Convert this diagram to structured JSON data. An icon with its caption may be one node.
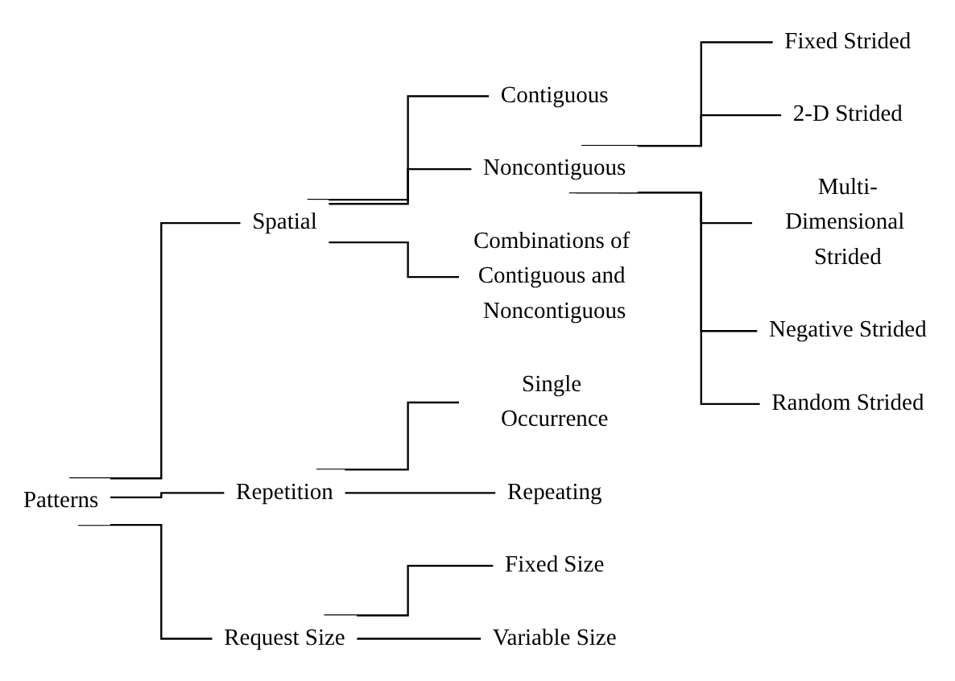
{
  "diagram": {
    "nodes": [
      {
        "text": [
          "Patterns"
        ]
      },
      {
        "text": [
          "Spatial"
        ]
      },
      {
        "text": [
          "Contiguous"
        ]
      },
      {
        "text": [
          "Noncontiguous"
        ]
      },
      {
        "text": [
          "Fixed Strided"
        ]
      },
      {
        "text": [
          "2-D Strided"
        ]
      },
      {
        "text": [
          "Multi-Dimensional Strided"
        ]
      },
      {
        "text": [
          "Negative Strided"
        ]
      },
      {
        "text": [
          "Random Strided"
        ]
      },
      {
        "text": [
          "Combinations of Contiguous and Noncontiguous"
        ]
      },
      {
        "text": [
          "Repetition"
        ]
      },
      {
        "text": [
          "Single Occurrence"
        ]
      },
      {
        "text": [
          "Repeating"
        ]
      },
      {
        "text": [
          "Request Size"
        ]
      },
      {
        "text": [
          "Fixed Size"
        ]
      },
      {
        "text": [
          "Variable Size"
        ]
      }
    ],
    "edges": [
      {
        "from": 0,
        "to": 1,
        "arrow": "none"
      },
      {
        "from": 1,
        "to": 2,
        "arrow": "none"
      },
      {
        "from": 1,
        "to": 3,
        "arrow": "none"
      },
      {
        "from": 3,
        "to": 4,
        "arrow": "none"
      },
      {
        "from": 3,
        "to": 5,
        "arrow": "none"
      },
      {
        "from": 3,
        "to": 6,
        "arrow": "none"
      },
      {
        "from": 3,
        "to": 7,
        "arrow": "none"
      },
      {
        "from": 3,
        "to": 8,
        "arrow": "none"
      },
      {
        "from": 1,
        "to": 9,
        "arrow": "none"
      },
      {
        "from": 0,
        "to": 10,
        "arrow": "none"
      },
      {
        "from": 10,
        "to": 11,
        "arrow": "none"
      },
      {
        "from": 10,
        "to": 12,
        "arrow": "none"
      },
      {
        "from": 0,
        "to": 13,
        "arrow": "none"
      },
      {
        "from": 13,
        "to": 14,
        "arrow": "none"
      },
      {
        "from": 13,
        "to": 15,
        "arrow": "none"
      }
    ]
  }
}
